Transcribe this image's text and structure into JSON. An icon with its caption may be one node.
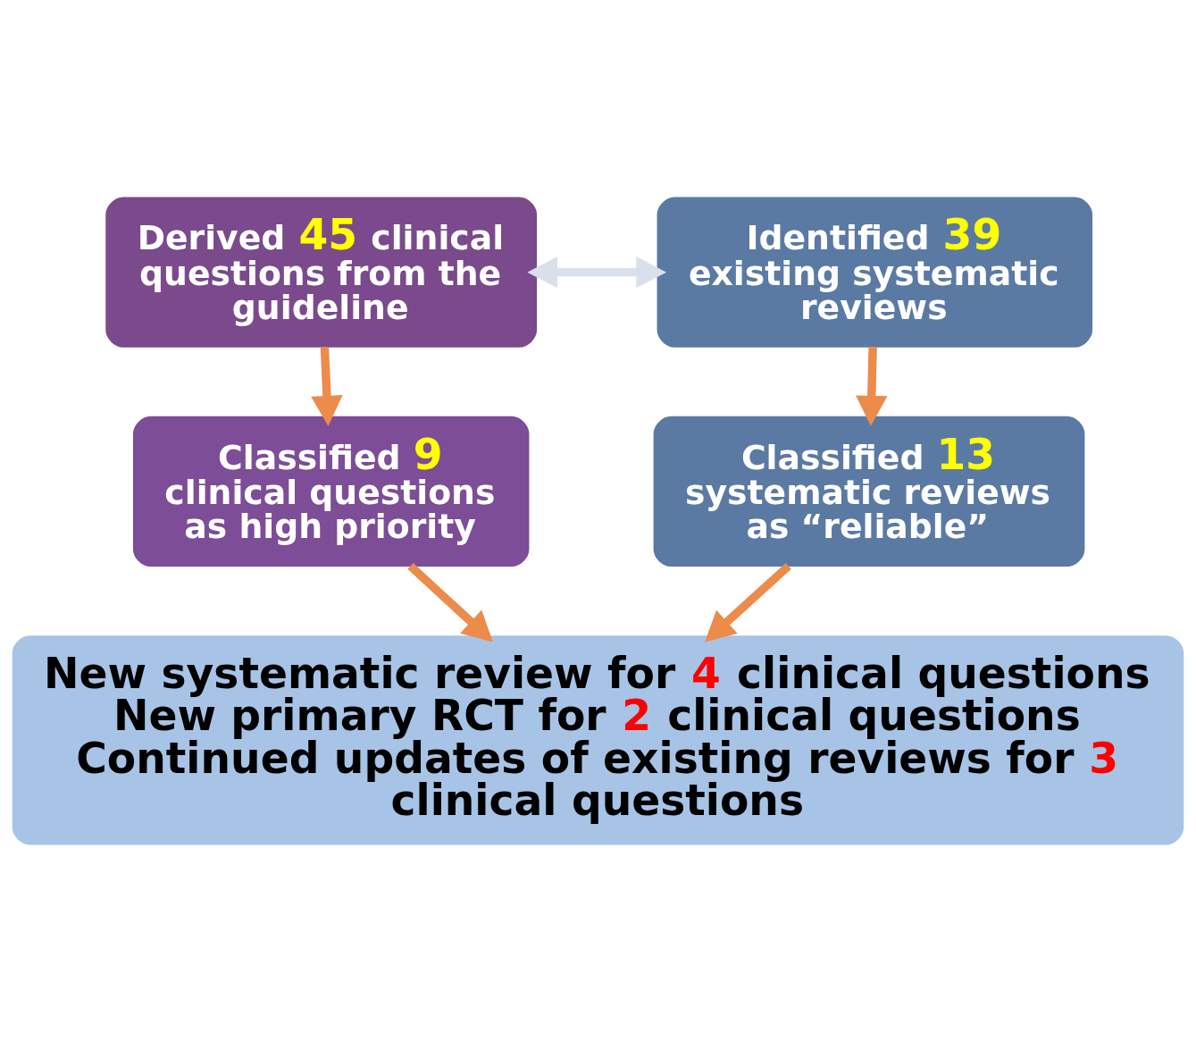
{
  "diagram": {
    "nodes": [
      {
        "text": [
          "Derived 45 clinical questions from the guideline"
        ]
      },
      {
        "text": [
          "Identified 39 existing systematic reviews"
        ]
      },
      {
        "text": [
          "Classified 9 clinical questions as high priority"
        ]
      },
      {
        "text": [
          "Classified 13 systematic reviews as “reliable”"
        ]
      },
      {
        "text": [
          "New systematic review for 4 clinical questions",
          "New primary RCT for 2 clinical questions",
          "Continued updates of existing reviews for 3 clinical questions"
        ]
      }
    ],
    "edges": [
      {
        "from": 0,
        "to": 2,
        "arrow": "to"
      },
      {
        "from": 1,
        "to": 3,
        "arrow": "to"
      },
      {
        "from": 0,
        "to": 1,
        "arrow": "both",
        "color": "#d9e0ec"
      },
      {
        "from": 2,
        "to": 4,
        "arrow": "to"
      },
      {
        "from": 3,
        "to": 4,
        "arrow": "to"
      }
    ]
  }
}
